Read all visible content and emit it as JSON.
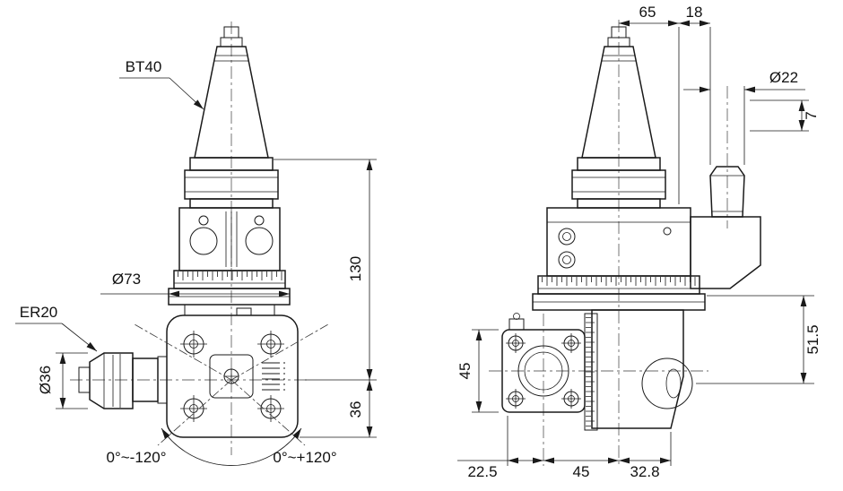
{
  "colors": {
    "line": "#1a1a1a",
    "background": "#ffffff"
  },
  "views": {
    "front": {
      "labels": {
        "taper": "BT40",
        "collet": "ER20"
      },
      "dims": {
        "flange_dia": "Ø73",
        "collet_dia": "Ø36",
        "height_130": "130",
        "height_36": "36",
        "swivel_neg": "0°~-120°",
        "swivel_pos": "0°~+120°"
      }
    },
    "side": {
      "dims": {
        "top_65": "65",
        "top_18": "18",
        "knob_dia": "Ø22",
        "offset_7": "7",
        "height_51_5": "51.5",
        "plate_45": "45",
        "bottom_22_5": "22.5",
        "bottom_45": "45",
        "bottom_32_8": "32.8"
      }
    }
  }
}
